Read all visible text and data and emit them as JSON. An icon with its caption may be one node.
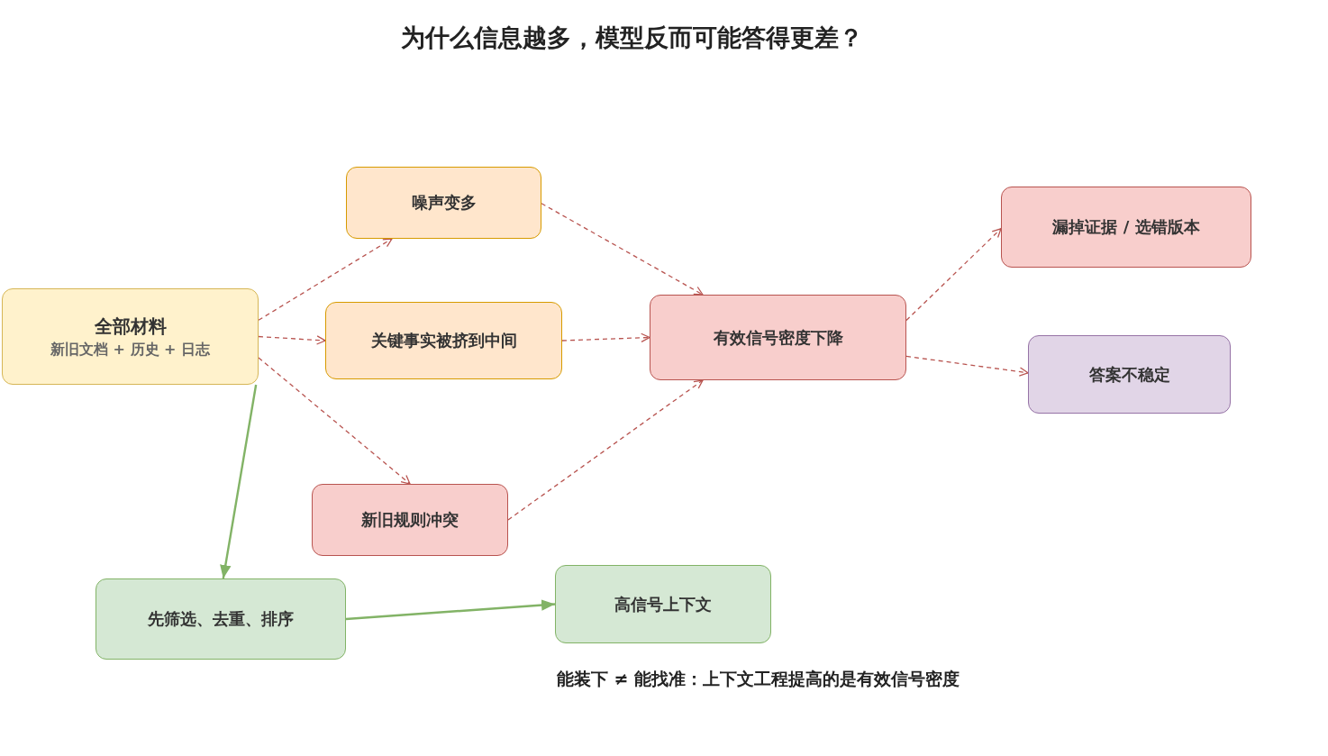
{
  "diagram": {
    "title": "为什么信息越多，模型反而可能答得更差？",
    "nodes": [
      {
        "text": [
          "全部材料",
          "新旧文档 + 历史 + 日志"
        ]
      },
      {
        "text": [
          "噪声变多"
        ]
      },
      {
        "text": [
          "关键事实被挤到中间"
        ]
      },
      {
        "text": [
          "新旧规则冲突"
        ]
      },
      {
        "text": [
          "有效信号密度下降"
        ]
      },
      {
        "text": [
          "漏掉证据 / 选错版本"
        ]
      },
      {
        "text": [
          "答案不稳定"
        ]
      },
      {
        "text": [
          "先筛选、去重、排序"
        ]
      },
      {
        "text": [
          "高信号上下文"
        ]
      }
    ],
    "edges": [
      {
        "from": 0,
        "to": 1,
        "arrow": "to",
        "style": "dashed"
      },
      {
        "from": 0,
        "to": 2,
        "arrow": "to",
        "style": "dashed"
      },
      {
        "from": 0,
        "to": 3,
        "arrow": "to",
        "style": "dashed"
      },
      {
        "from": 1,
        "to": 4,
        "arrow": "to",
        "style": "dashed"
      },
      {
        "from": 2,
        "to": 4,
        "arrow": "to",
        "style": "dashed"
      },
      {
        "from": 3,
        "to": 4,
        "arrow": "to",
        "style": "dashed"
      },
      {
        "from": 4,
        "to": 5,
        "arrow": "to",
        "style": "dashed"
      },
      {
        "from": 4,
        "to": 6,
        "arrow": "to",
        "style": "dashed"
      },
      {
        "from": 0,
        "to": 7,
        "arrow": "to",
        "color": "#82b366"
      },
      {
        "from": 7,
        "to": 8,
        "arrow": "to",
        "color": "#82b366"
      }
    ],
    "labels": [
      "能装下 ≠ 能找准：上下文工程提高的是有效信号密度"
    ]
  }
}
